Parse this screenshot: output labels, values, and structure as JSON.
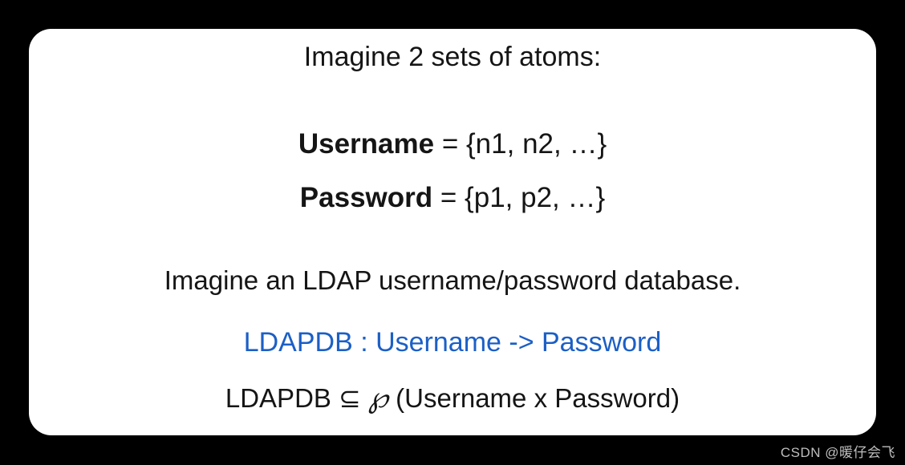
{
  "slide": {
    "title": "Imagine 2 sets of atoms:",
    "definitions": [
      {
        "term": "Username",
        "rest": " = {n1, n2, …}"
      },
      {
        "term": "Password",
        "rest": " = {p1, p2, …}"
      }
    ],
    "sentence": "Imagine an LDAP username/password database.",
    "type_signature": "LDAPDB : Username -> Password",
    "powerset": {
      "prefix": "LDAPDB ⊆ ",
      "symbol": "℘",
      "suffix": " (Username x Password)"
    },
    "colors": {
      "page_background": "#000000",
      "card_background": "#ffffff",
      "text": "#151515",
      "accent_blue": "#1b5fc6",
      "watermark_gray": "#bdbdbd"
    }
  },
  "watermark": {
    "text": "CSDN @暖仔会飞"
  }
}
